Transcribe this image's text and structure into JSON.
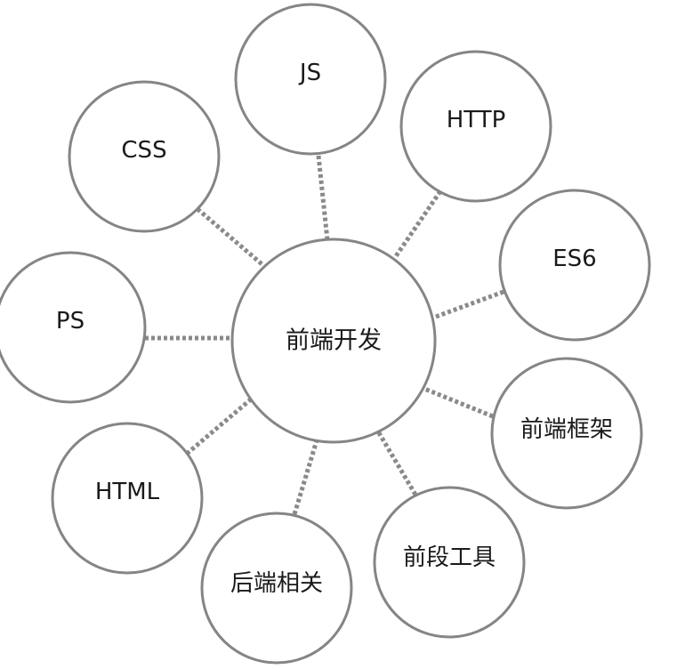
{
  "center": {
    "label": "前端开发"
  },
  "nodes": [
    {
      "id": "js",
      "label": "JS"
    },
    {
      "id": "http",
      "label": "HTTP"
    },
    {
      "id": "css",
      "label": "CSS"
    },
    {
      "id": "es6",
      "label": "ES6"
    },
    {
      "id": "ps",
      "label": "PS"
    },
    {
      "id": "frameworks",
      "label": "前端框架"
    },
    {
      "id": "html",
      "label": "HTML"
    },
    {
      "id": "tools",
      "label": "前段工具"
    },
    {
      "id": "backend",
      "label": "后端相关"
    }
  ],
  "colors": {
    "stroke": "#858585",
    "connector": "#8a8a8a",
    "text": "#1a1a1a",
    "background": "#ffffff"
  }
}
